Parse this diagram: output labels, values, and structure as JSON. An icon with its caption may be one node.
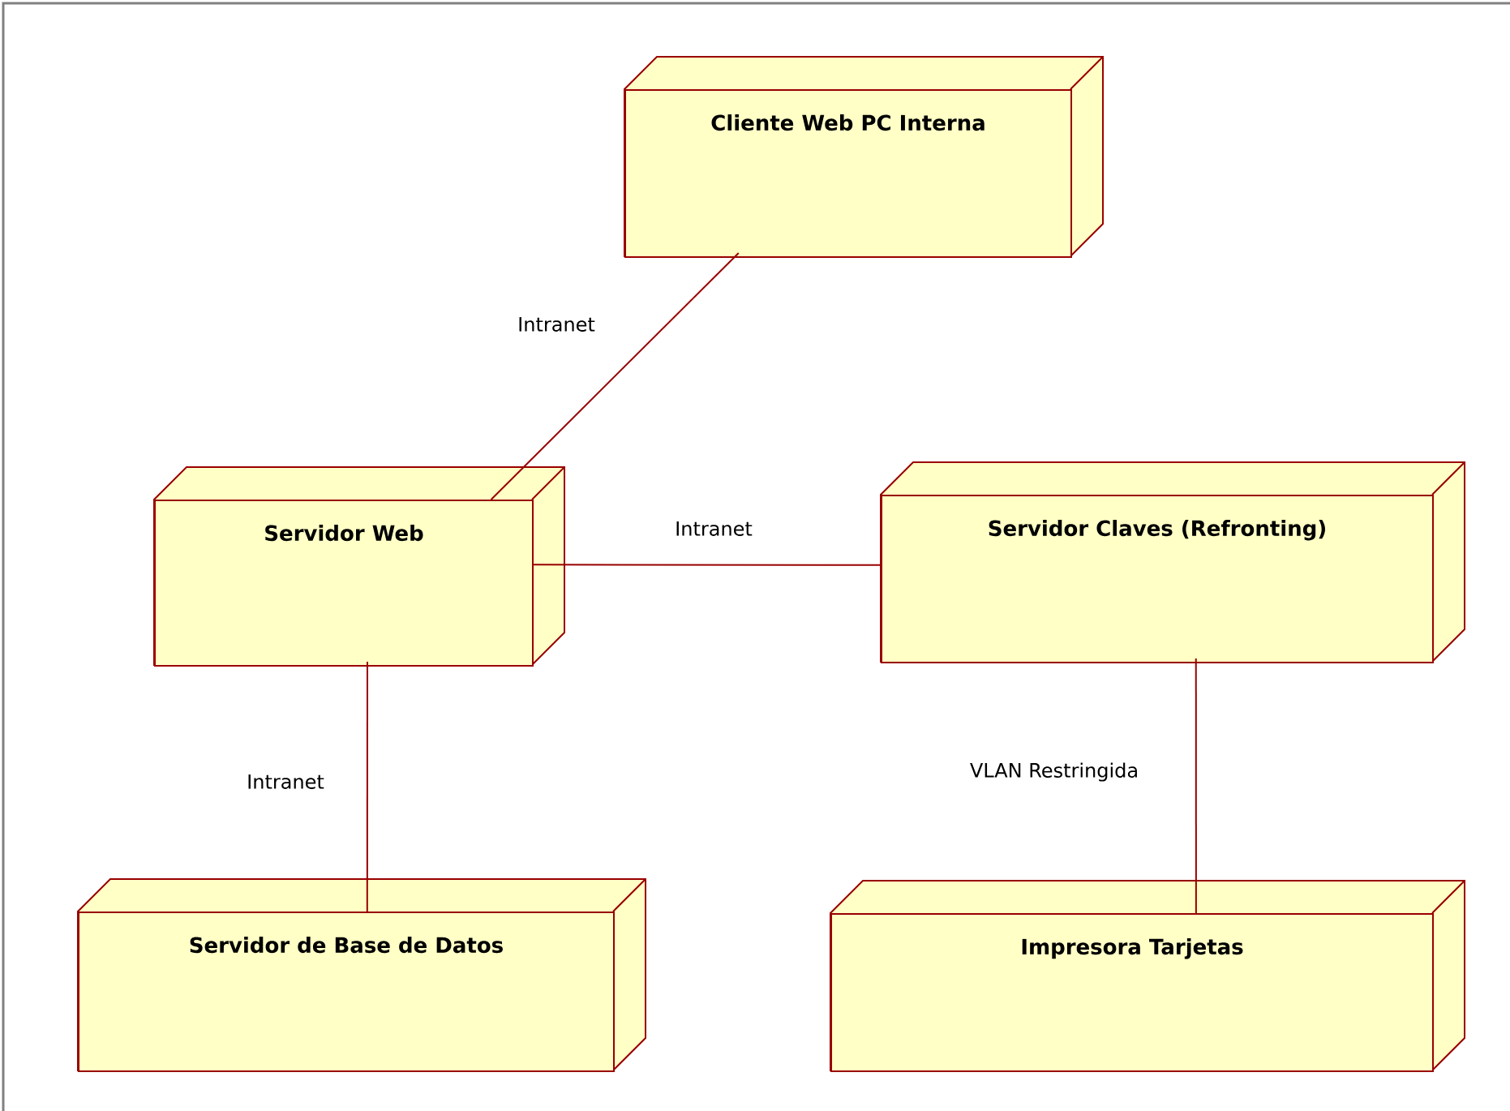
{
  "diagram": {
    "nodes": [
      {
        "text": [
          "Cliente Web PC Interna"
        ]
      },
      {
        "text": [
          "Servidor Web"
        ]
      },
      {
        "text": [
          "Servidor Claves (Refronting)"
        ]
      },
      {
        "text": [
          "Servidor de Base de Datos"
        ]
      },
      {
        "text": [
          "Impresora Tarjetas"
        ]
      }
    ],
    "edges": [
      {
        "from": 0,
        "to": 1,
        "arrow": "none",
        "label": "Intranet"
      },
      {
        "from": 1,
        "to": 2,
        "arrow": "none",
        "label": "Intranet"
      },
      {
        "from": 1,
        "to": 3,
        "arrow": "none",
        "label": "Intranet"
      },
      {
        "from": 2,
        "to": 4,
        "arrow": "none",
        "label": "VLAN Restringida"
      }
    ]
  }
}
